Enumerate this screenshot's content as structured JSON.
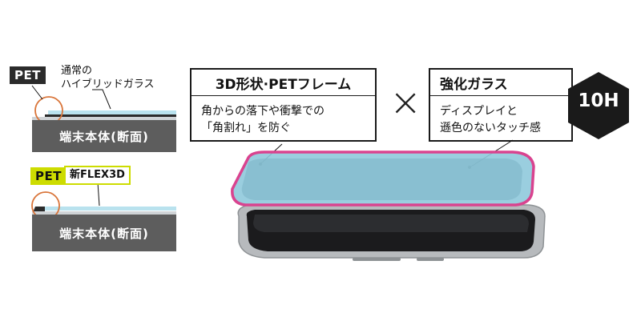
{
  "left_diagram_top": {
    "pet_tag": "PET",
    "callout_line1": "通常の",
    "callout_line2": "ハイブリッドガラス",
    "device_label": "端末本体(断面)"
  },
  "left_diagram_bottom": {
    "pet_tag": "PET",
    "product_label": "新FLEX3D",
    "device_label": "端末本体(断面)"
  },
  "box_pet_frame": {
    "title": "3D形状·PETフレーム",
    "line1": "角からの落下や衝撃での",
    "line2": "「角割れ」を防ぐ"
  },
  "times_symbol": "×",
  "box_glass": {
    "title": "強化ガラス",
    "line1": "ディスプレイと",
    "line2": "遜色のないタッチ感",
    "hardness_badge": "10H"
  },
  "colors": {
    "pet_dark": "#2b2b2b",
    "pet_lime": "#cddc00",
    "device_gray": "#5d5d5d",
    "film_blue": "#8fc9dc",
    "frame_pink": "#d9438f",
    "callout_orange": "#d9753a"
  }
}
